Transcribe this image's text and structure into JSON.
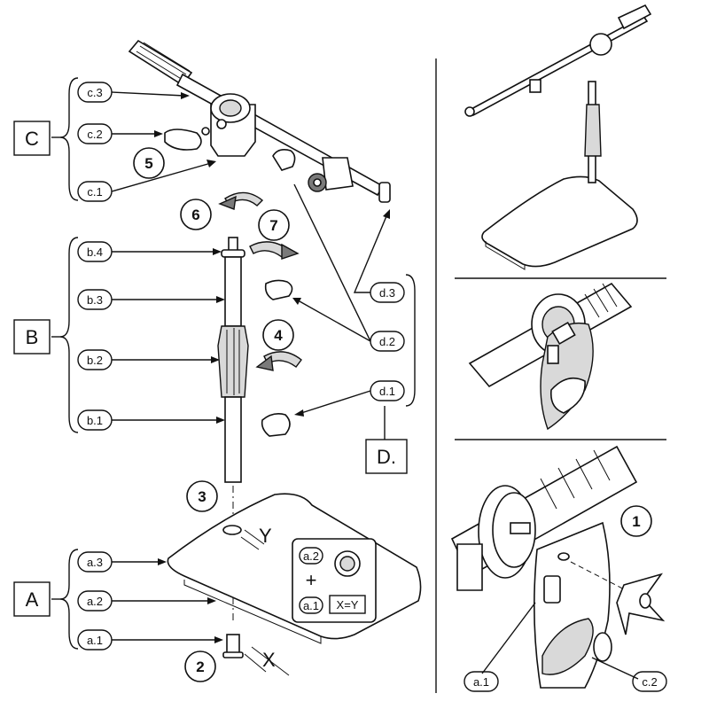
{
  "groups": {
    "A": {
      "title": "A",
      "parts": [
        "a.1",
        "a.2",
        "a.3"
      ]
    },
    "B": {
      "title": "B",
      "parts": [
        "b.1",
        "b.2",
        "b.3",
        "b.4"
      ]
    },
    "C": {
      "title": "C",
      "parts": [
        "c.1",
        "c.2",
        "c.3"
      ]
    },
    "D": {
      "title": "D.",
      "parts": [
        "d.1",
        "d.2",
        "d.3"
      ]
    }
  },
  "steps": [
    "1",
    "2",
    "3",
    "4",
    "5",
    "6",
    "7"
  ],
  "dimensions": {
    "x": "X",
    "y": "Y",
    "rule": "X=Y",
    "plus": "+"
  },
  "inset": {
    "top": "a.2",
    "bottom": "a.1"
  },
  "detail": {
    "step": "1",
    "labels": [
      "a.1",
      "c.2"
    ]
  }
}
